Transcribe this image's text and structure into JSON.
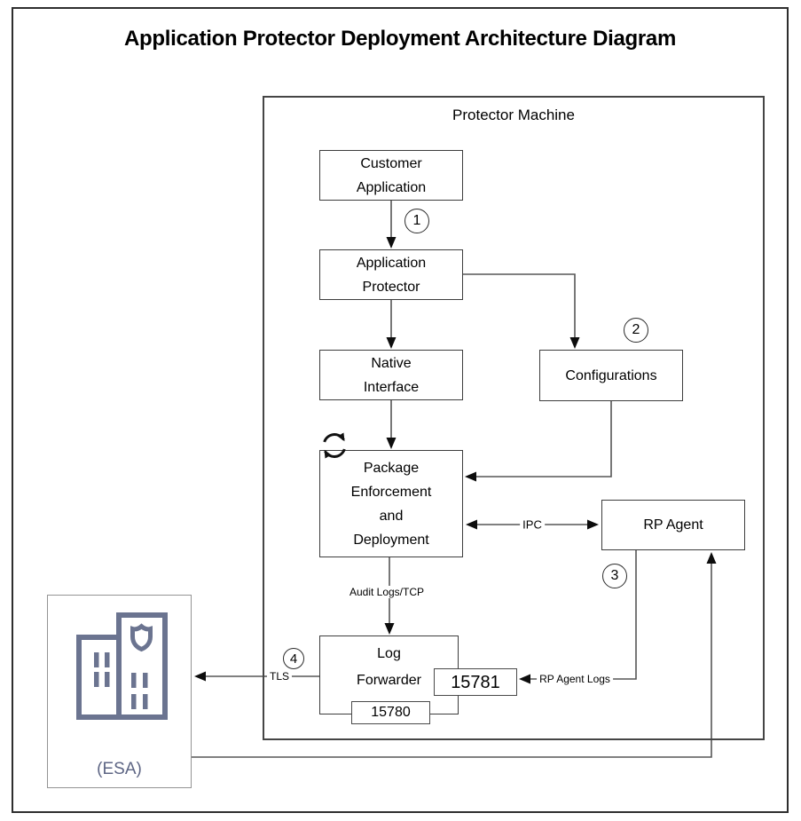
{
  "title": "Application Protector Deployment Architecture Diagram",
  "container": {
    "label": "Protector Machine"
  },
  "nodes": {
    "customer_application": {
      "label": "Customer\nApplication"
    },
    "application_protector": {
      "label": "Application\nProtector"
    },
    "native_interface": {
      "label": "Native\nInterface"
    },
    "package_enforcement": {
      "label": "Package\nEnforcement\nand\nDeployment"
    },
    "configurations": {
      "label": "Configurations"
    },
    "rp_agent": {
      "label": "RP Agent"
    },
    "log_forwarder": {
      "label": "Log\nForwarder"
    },
    "port_15781": {
      "label": "15781"
    },
    "port_15780": {
      "label": "15780"
    },
    "esa": {
      "label": "(ESA)"
    }
  },
  "edge_labels": {
    "ipc": "IPC",
    "audit_logs": "Audit Logs/TCP",
    "rp_agent_logs": "RP Agent Logs",
    "tls": "TLS"
  },
  "steps": [
    "1",
    "2",
    "3",
    "4"
  ],
  "icons": {
    "package_cycle": "sync-cycle-icon",
    "esa_building": "building-with-shield-icon"
  },
  "colors": {
    "line_gray": "#565656",
    "arrow_black": "#0d0d0d",
    "box_border": "#3d3d3d",
    "esa_border": "#949494",
    "icon_slate": "#6b7490",
    "esa_text": "#5d6584"
  }
}
